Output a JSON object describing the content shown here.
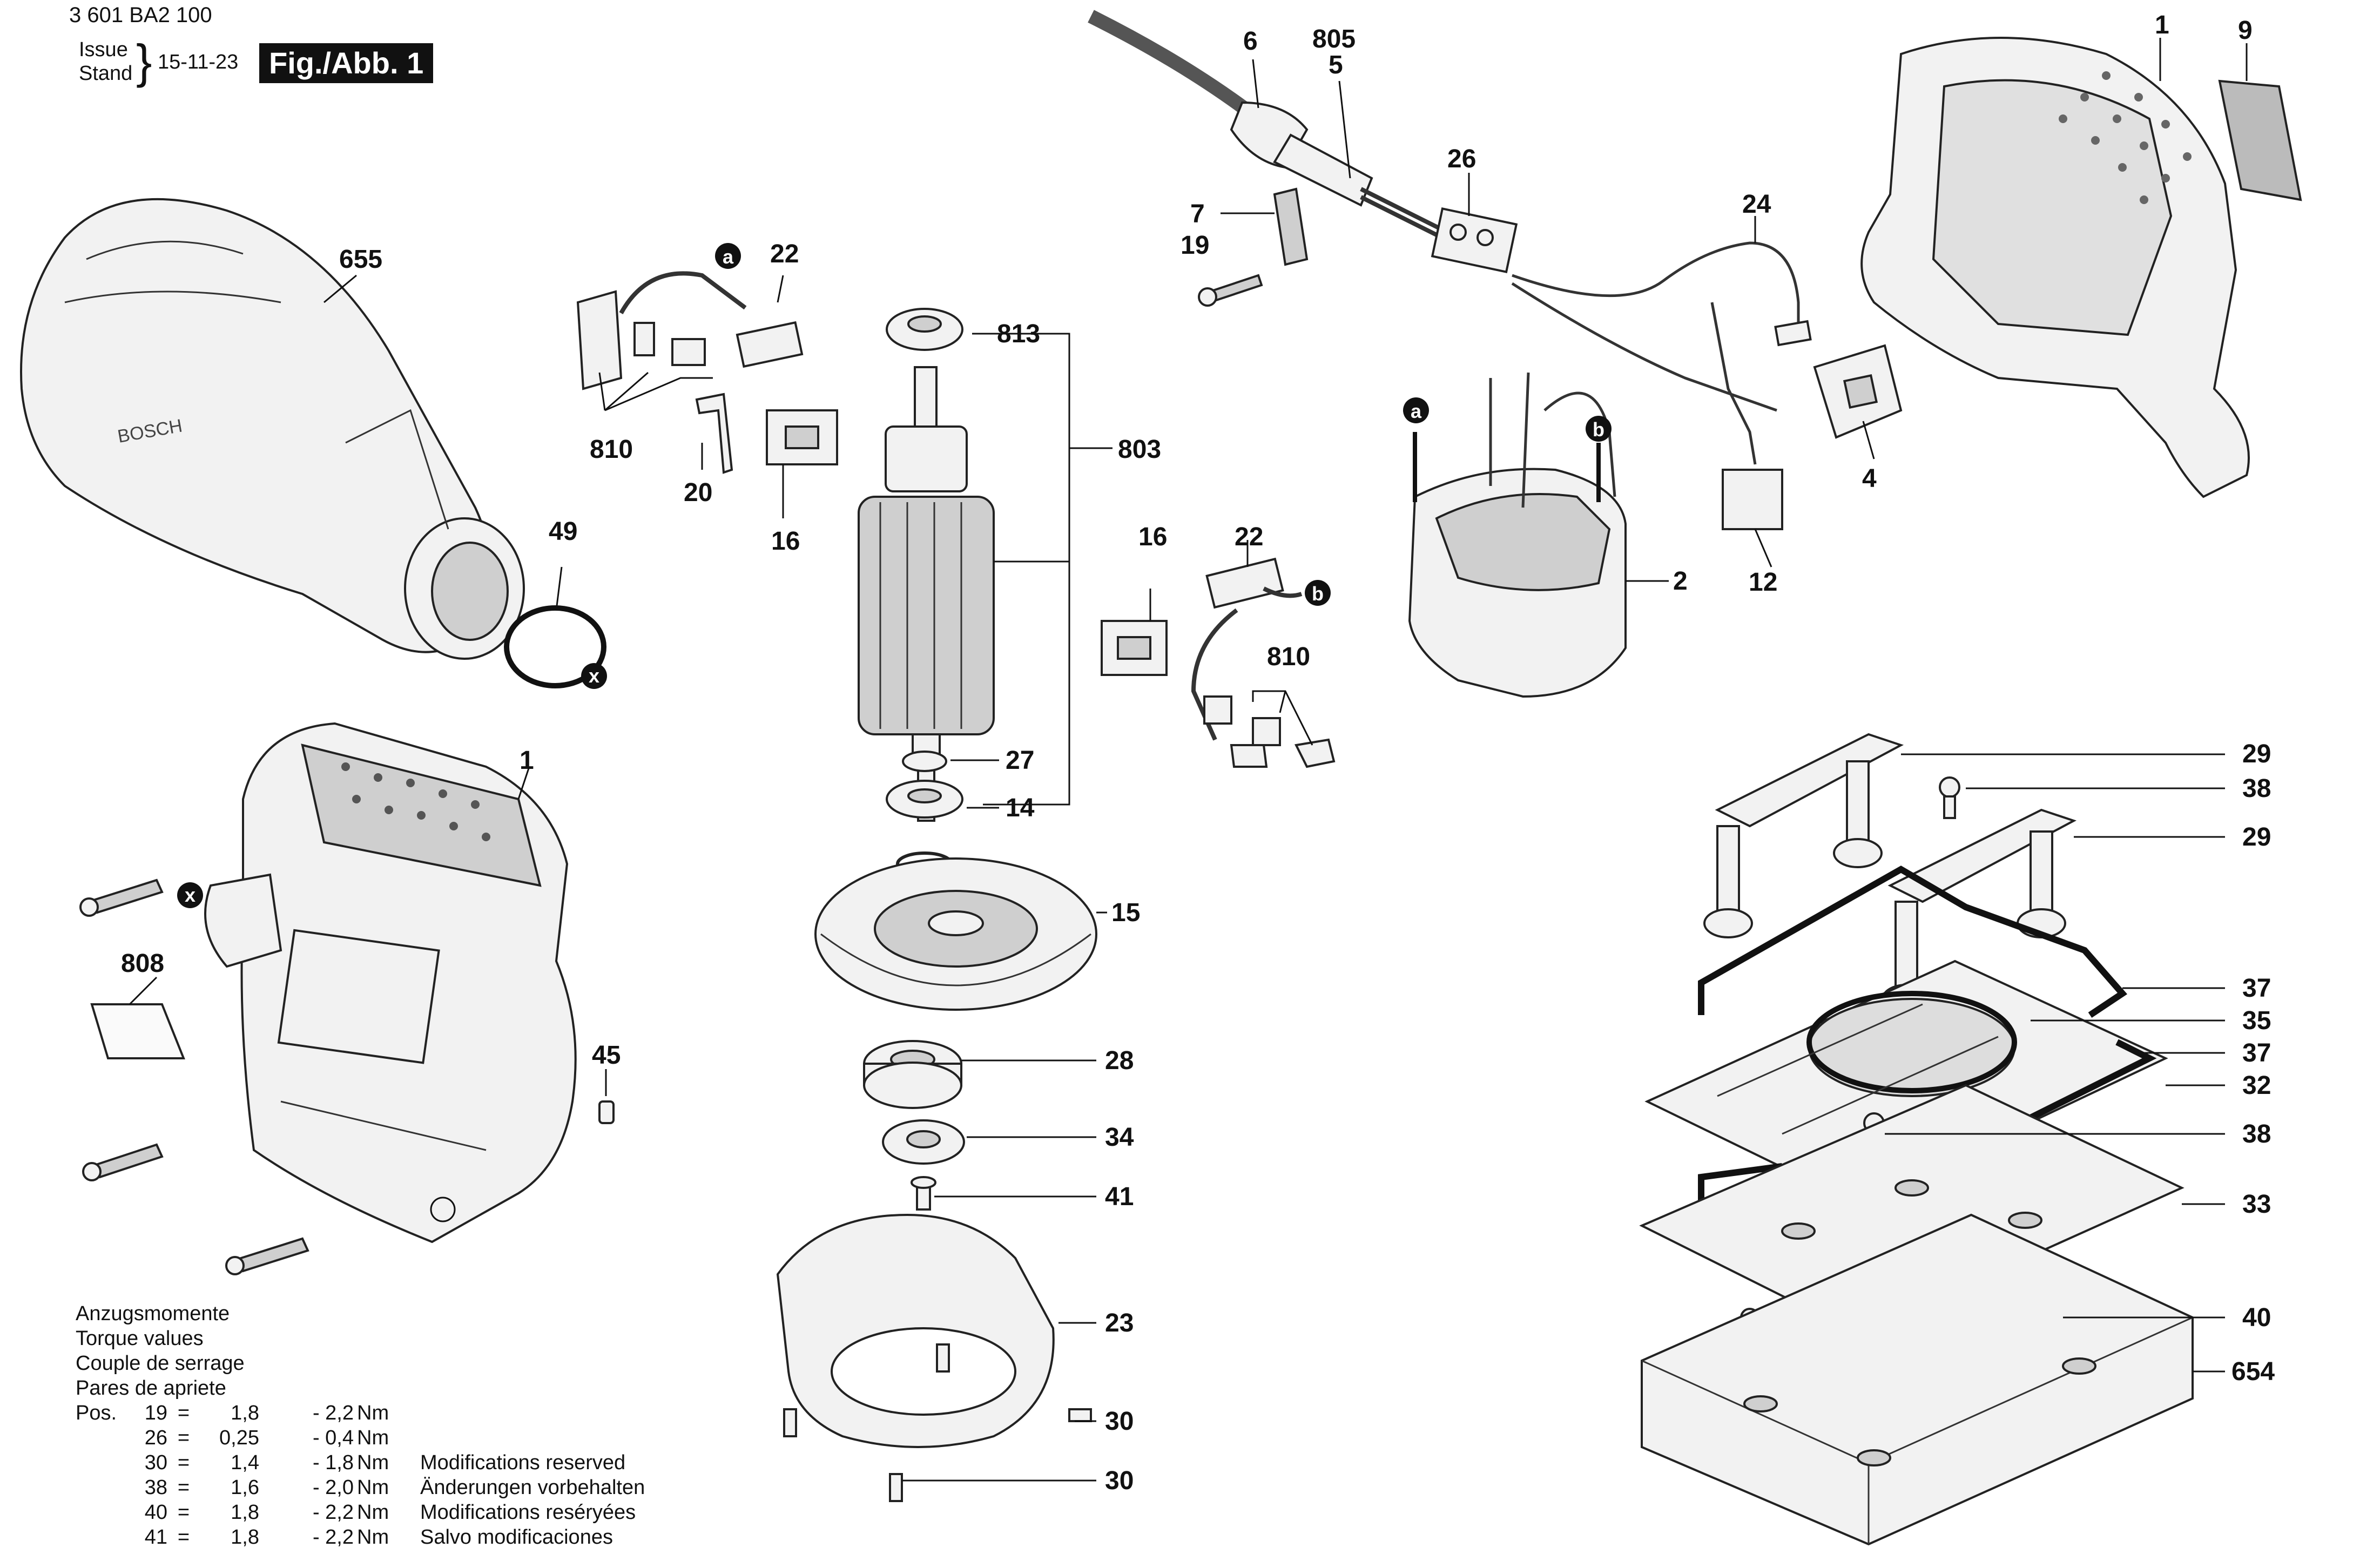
{
  "header": {
    "doc_number": "3 601 BA2 100",
    "issue_label": "Issue",
    "stand_label": "Stand",
    "date": "15-11-23",
    "figure_label": "Fig./Abb. 1"
  },
  "callouts": {
    "c655": "655",
    "c49": "49",
    "c22a": "22",
    "c810a": "810",
    "c20": "20",
    "c16a": "16",
    "c813": "813",
    "c803": "803",
    "c27": "27",
    "c14": "14",
    "c15": "15",
    "c28": "28",
    "c34": "34",
    "c41": "41",
    "c23": "23",
    "c30a": "30",
    "c30b": "30",
    "c6": "6",
    "c805": "805",
    "c5": "5",
    "c26": "26",
    "c7": "7",
    "c19": "19",
    "c24": "24",
    "c1a": "1",
    "c9": "9",
    "c4": "4",
    "c2": "2",
    "c12": "12",
    "c16b": "16",
    "c22b": "22",
    "c810b": "810",
    "c1b": "1",
    "c808": "808",
    "c45": "45",
    "c29a": "29",
    "c38a": "38",
    "c29b": "29",
    "c37a": "37",
    "c35": "35",
    "c37b": "37",
    "c32": "32",
    "c38b": "38",
    "c33": "33",
    "c40": "40",
    "c654": "654"
  },
  "markers": {
    "a": "a",
    "b": "b",
    "x": "x"
  },
  "torque": {
    "title_de": "Anzugsmomente",
    "title_en": "Torque values",
    "title_fr": "Couple de serrage",
    "title_es": "Pares de apriete",
    "rows": [
      {
        "prefix": "Pos.",
        "pos": "19",
        "eq": "=",
        "min": "1,8",
        "max": "- 2,2",
        "unit": "Nm"
      },
      {
        "prefix": "",
        "pos": "26",
        "eq": "=",
        "min": "0,25",
        "max": "- 0,4",
        "unit": "Nm"
      },
      {
        "prefix": "",
        "pos": "30",
        "eq": "=",
        "min": "1,4",
        "max": "- 1,8",
        "unit": "Nm"
      },
      {
        "prefix": "",
        "pos": "38",
        "eq": "=",
        "min": "1,6",
        "max": "- 2,0",
        "unit": "Nm"
      },
      {
        "prefix": "",
        "pos": "40",
        "eq": "=",
        "min": "1,8",
        "max": "- 2,2",
        "unit": "Nm"
      },
      {
        "prefix": "",
        "pos": "41",
        "eq": "=",
        "min": "1,8",
        "max": "- 2,2",
        "unit": "Nm"
      }
    ]
  },
  "modifications": {
    "en": "Modifications reserved",
    "de": "Änderungen vorbehalten",
    "fr": "Modifications reséryées",
    "es": "Salvo modificaciones"
  }
}
